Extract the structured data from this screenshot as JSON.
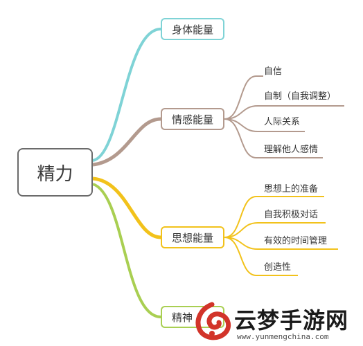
{
  "root": {
    "label": "精力"
  },
  "branches": [
    {
      "label": "身体能量",
      "color": "#7fd3d6",
      "children": []
    },
    {
      "label": "情感能量",
      "color": "#b39a8e",
      "children": [
        "自信",
        "自制（自我调整）",
        "人际关系",
        "理解他人感情"
      ]
    },
    {
      "label": "思想能量",
      "color": "#f2c21b",
      "children": [
        "思想上的准备",
        "自我积极对话",
        "有效的时间管理",
        "创造性"
      ]
    },
    {
      "label": "精神",
      "color": "#a9cf52",
      "children": []
    }
  ],
  "watermark": {
    "title": "云梦手游网",
    "url": "www.yunmengchina.com",
    "logo_color": "#d2342a",
    "logo": "swirl-logo"
  }
}
